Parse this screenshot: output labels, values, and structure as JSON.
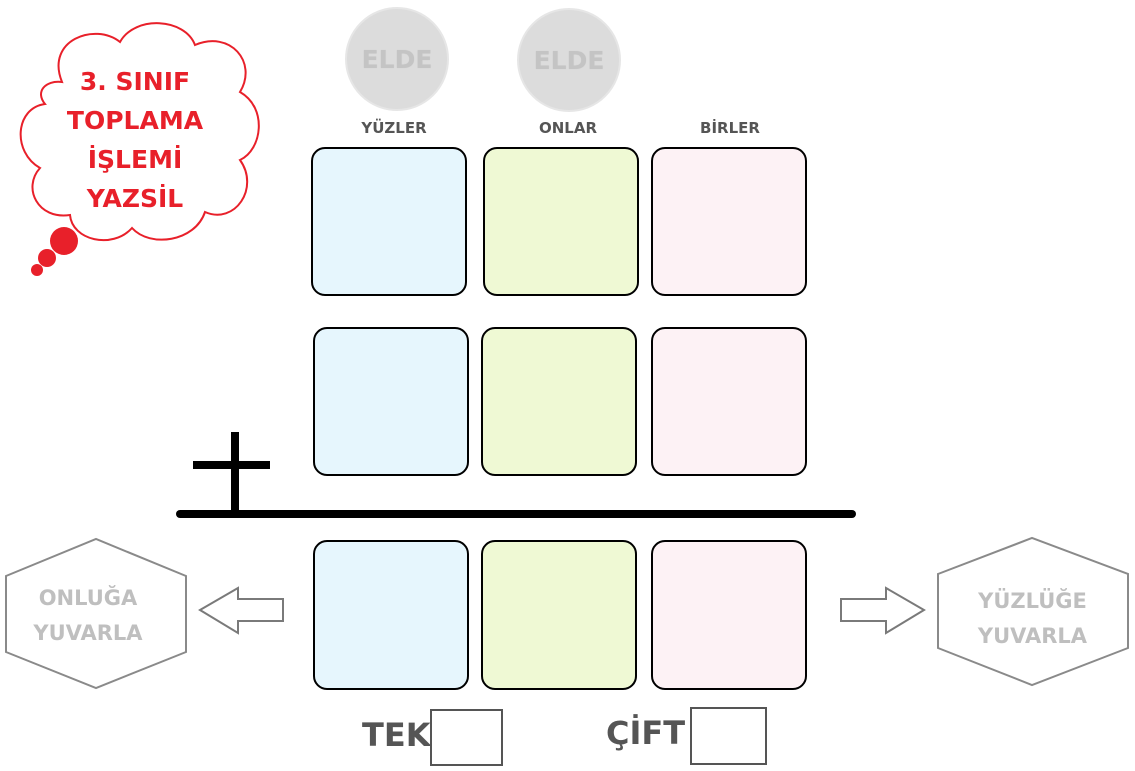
{
  "cloud": {
    "lines": [
      "3. SINIF",
      "TOPLAMA",
      "İŞLEMİ",
      "YAZSİL"
    ]
  },
  "carry": [
    {
      "label": "ELDE"
    },
    {
      "label": "ELDE"
    }
  ],
  "columns": {
    "hundreds": "YÜZLER",
    "tens": "ONLAR",
    "ones": "BİRLER"
  },
  "operator": "+",
  "round_tens": {
    "lines": [
      "ONLUĞA",
      "YUVARLA"
    ]
  },
  "round_hundreds": {
    "lines": [
      "YÜZLÜĞE",
      "YUVARLA"
    ]
  },
  "parity": {
    "odd_label": "TEK",
    "even_label": "ÇİFT"
  },
  "colors": {
    "hundreds_fill": "#e6f6fd",
    "tens_fill": "#eff9d4",
    "ones_fill": "#fdf2f5",
    "cloud_red": "#e8202a"
  }
}
